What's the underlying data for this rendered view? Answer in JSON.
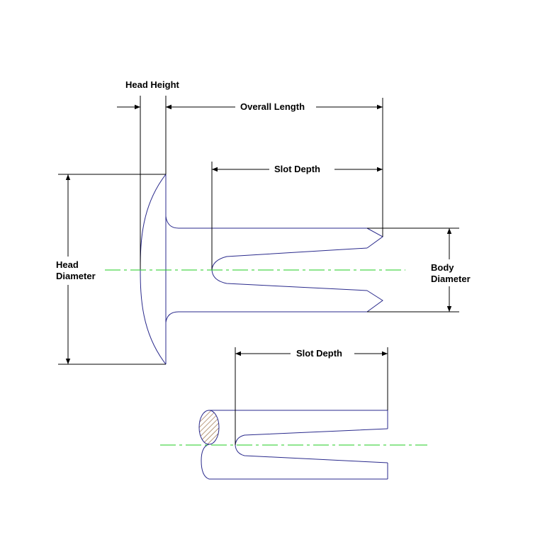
{
  "labels": {
    "head_height": "Head Height",
    "overall_length": "Overall Length",
    "slot_depth_top": "Slot Depth",
    "slot_depth_bottom": "Slot Depth",
    "head_diameter_line1": "Head",
    "head_diameter_line2": "Diameter",
    "body_diameter_line1": "Body",
    "body_diameter_line2": "Diameter"
  },
  "colors": {
    "outline": "#2a2a8c",
    "dimension": "#000000",
    "centerline": "#22cc22",
    "hatch": "#8b5a2b"
  }
}
